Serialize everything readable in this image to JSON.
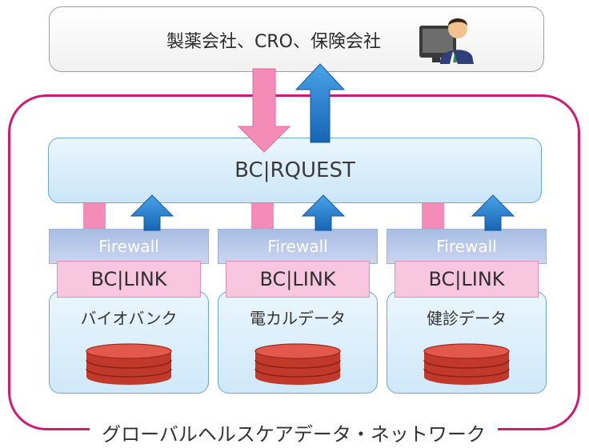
{
  "top": {
    "label": "製薬会社、CRO、保険会社"
  },
  "hub": {
    "label": "BC|RQUEST"
  },
  "units": [
    {
      "firewall": "Firewall",
      "link": "BC|LINK",
      "data": "バイオバンク"
    },
    {
      "firewall": "Firewall",
      "link": "BC|LINK",
      "data": "電カルデータ"
    },
    {
      "firewall": "Firewall",
      "link": "BC|LINK",
      "data": "健診データ"
    }
  ],
  "network": {
    "label": "グローバルヘルスケアデータ・ネットワーク"
  },
  "colors": {
    "network_border": "#d21a6e",
    "request_arrow": "#f48cb8",
    "response_arrow": "#1f78c8",
    "database": "#c0392b"
  }
}
